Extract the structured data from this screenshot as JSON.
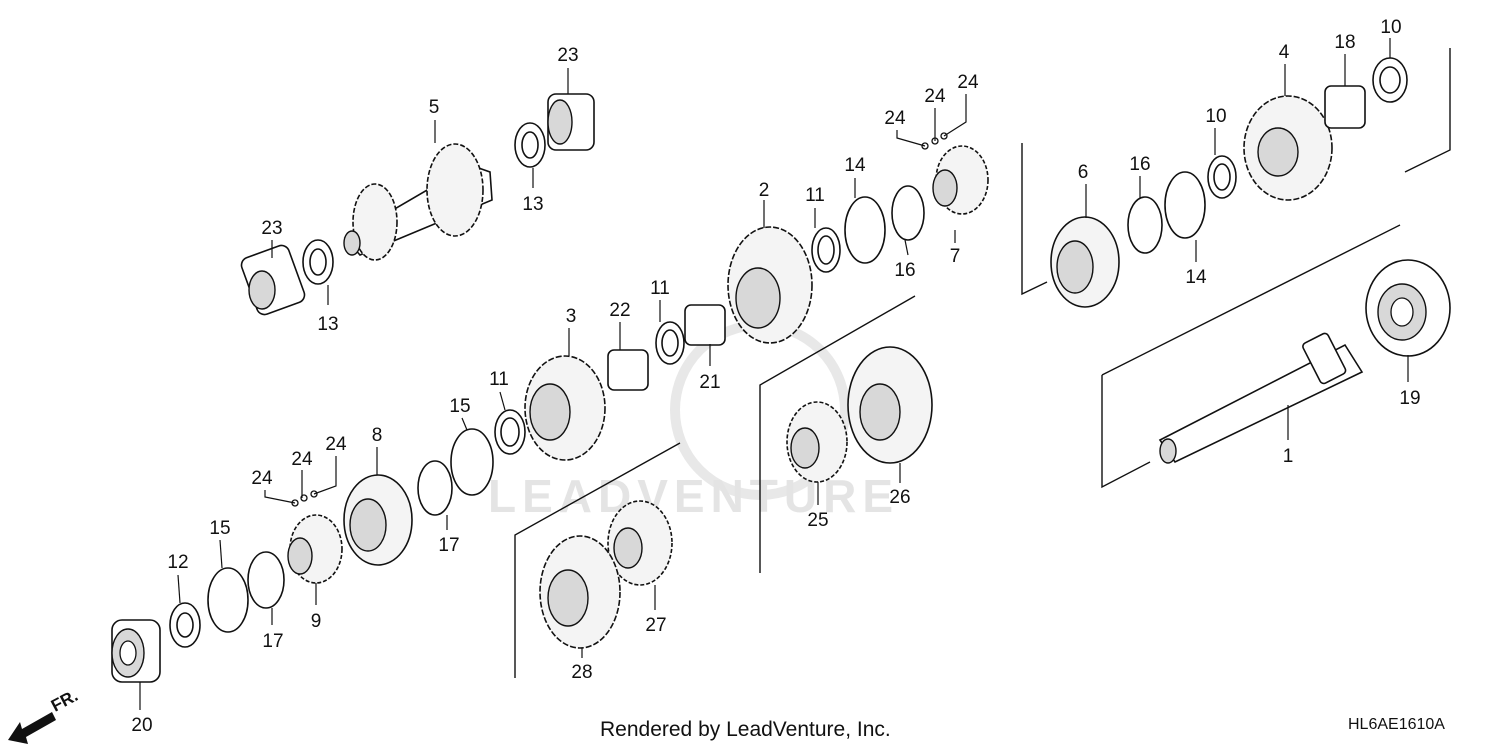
{
  "diagram": {
    "callouts": {
      "c1": "1",
      "c2": "2",
      "c3": "3",
      "c4": "4",
      "c5": "5",
      "c6": "6",
      "c7": "7",
      "c8": "8",
      "c9": "9",
      "c10a": "10",
      "c10b": "10",
      "c11a": "11",
      "c11b": "11",
      "c11c": "11",
      "c12": "12",
      "c13a": "13",
      "c13b": "13",
      "c14a": "14",
      "c14b": "14",
      "c15a": "15",
      "c15b": "15",
      "c16a": "16",
      "c16b": "16",
      "c17a": "17",
      "c17b": "17",
      "c18": "18",
      "c19": "19",
      "c20": "20",
      "c21": "21",
      "c22": "22",
      "c23a": "23",
      "c23b": "23",
      "c24a": "24",
      "c24b": "24",
      "c24c": "24",
      "c24d": "24",
      "c24e": "24",
      "c24f": "24",
      "c25": "25",
      "c26": "26",
      "c27": "27",
      "c28": "28"
    },
    "watermark": "LEADVENTURE",
    "front_marker": "FR."
  },
  "footer": {
    "credit": "Rendered by LeadVenture, Inc.",
    "drawing_code": "HL6AE1610A"
  }
}
